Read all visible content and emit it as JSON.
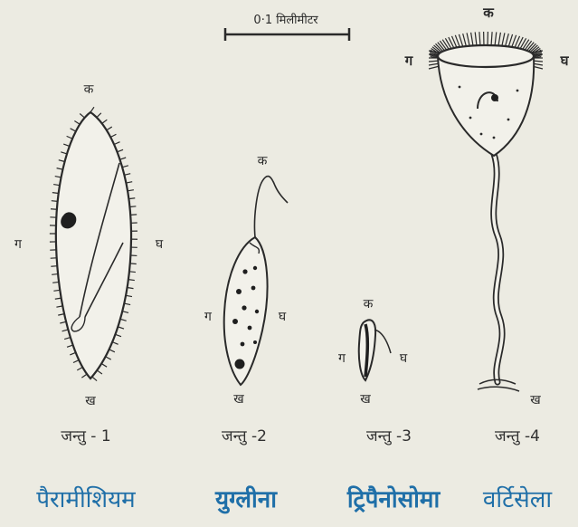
{
  "scale_bar": {
    "label": "0·1 मिलीमीटर"
  },
  "organisms": [
    {
      "labels": {
        "ka": "क",
        "kha": "ख",
        "ga": "ग",
        "gha": "घ"
      },
      "caption": "जन्तु - 1",
      "name": "पैरामीशियम"
    },
    {
      "labels": {
        "ka": "क",
        "kha": "ख",
        "ga": "ग",
        "gha": "घ"
      },
      "caption": "जन्तु -2",
      "name": "युग्लीना"
    },
    {
      "labels": {
        "ka": "क",
        "kha": "ख",
        "ga": "ग",
        "gha": "घ"
      },
      "caption": "जन्तु -3",
      "name": "ट्रिपैनोसोमा"
    },
    {
      "labels": {
        "ka": "क",
        "kha": "ख",
        "ga": "ग",
        "gha": "घ"
      },
      "caption": "जन्तु -4",
      "name": "वर्टिसेला"
    }
  ],
  "colors": {
    "ink": "#2a2a2a",
    "name_blue": "#1f6fa8",
    "paper": "#ecebe2"
  }
}
